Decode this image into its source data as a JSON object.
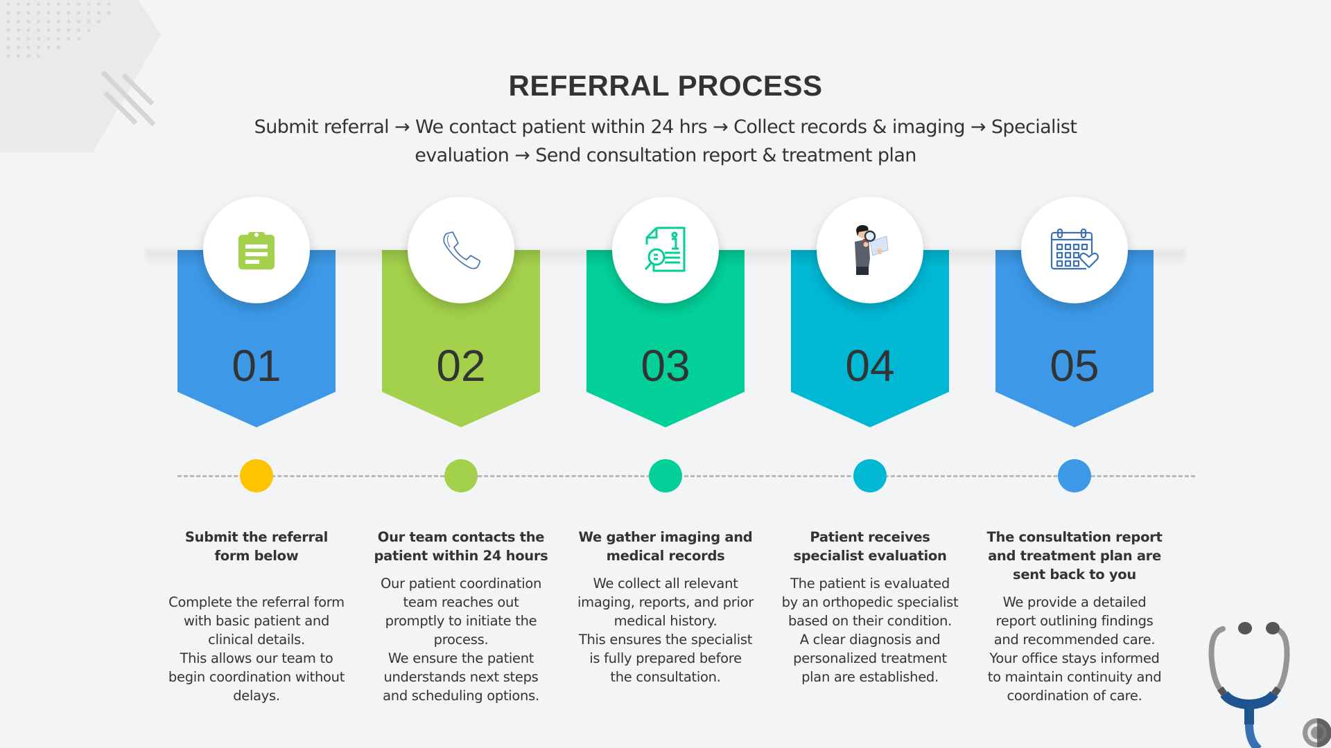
{
  "title": "REFERRAL PROCESS",
  "subtitle": "Submit referral → We contact patient within 24 hrs → Collect records & imaging → Specialist evaluation → Send consultation report & treatment plan",
  "colors": {
    "background": "#f3f4f6",
    "text": "#333333",
    "blue": "#3d99e8",
    "green": "#a3d14b",
    "teal": "#03cf98",
    "cyan": "#00b8d4",
    "yellow": "#fec301",
    "dashed_line": "#b7b8ba"
  },
  "steps": [
    {
      "number": "01",
      "icon": "clipboard-icon",
      "banner_color": "#3d99e8",
      "dot_color": "#fec301",
      "heading": "Submit the referral form below",
      "description": "Complete the referral form with basic patient and clinical details.\nThis allows our team to begin coordination without delays."
    },
    {
      "number": "02",
      "icon": "phone-icon",
      "banner_color": "#a3d14b",
      "dot_color": "#a3d14b",
      "heading": "Our team contacts the patient within 24 hours",
      "description": "Our patient coordination team reaches out promptly to initiate the process.\nWe ensure the patient understands next steps and scheduling options."
    },
    {
      "number": "03",
      "icon": "medical-record-search-icon",
      "banner_color": "#03cf98",
      "dot_color": "#03cf98",
      "heading": "We gather imaging and medical records",
      "description": "We collect all relevant imaging, reports, and prior medical history.\nThis ensures the specialist is fully prepared before the consultation."
    },
    {
      "number": "04",
      "icon": "specialist-magnifier-icon",
      "banner_color": "#00b8d4",
      "dot_color": "#00b8d4",
      "heading": "Patient receives specialist evaluation",
      "description": "The patient is evaluated by an orthopedic specialist based on their condition.\nA clear diagnosis and personalized treatment plan are established."
    },
    {
      "number": "05",
      "icon": "calendar-heart-icon",
      "banner_color": "#3d99e8",
      "dot_color": "#3d99e8",
      "heading": "The consultation report and treatment plan are sent back to you",
      "description": "We provide a detailed report outlining findings and recommended care.\nYour office stays informed to maintain continuity and coordination of care."
    }
  ],
  "decorations": [
    "hexagon-dots-pattern",
    "diagonal-stripes",
    "stethoscope-icon"
  ]
}
